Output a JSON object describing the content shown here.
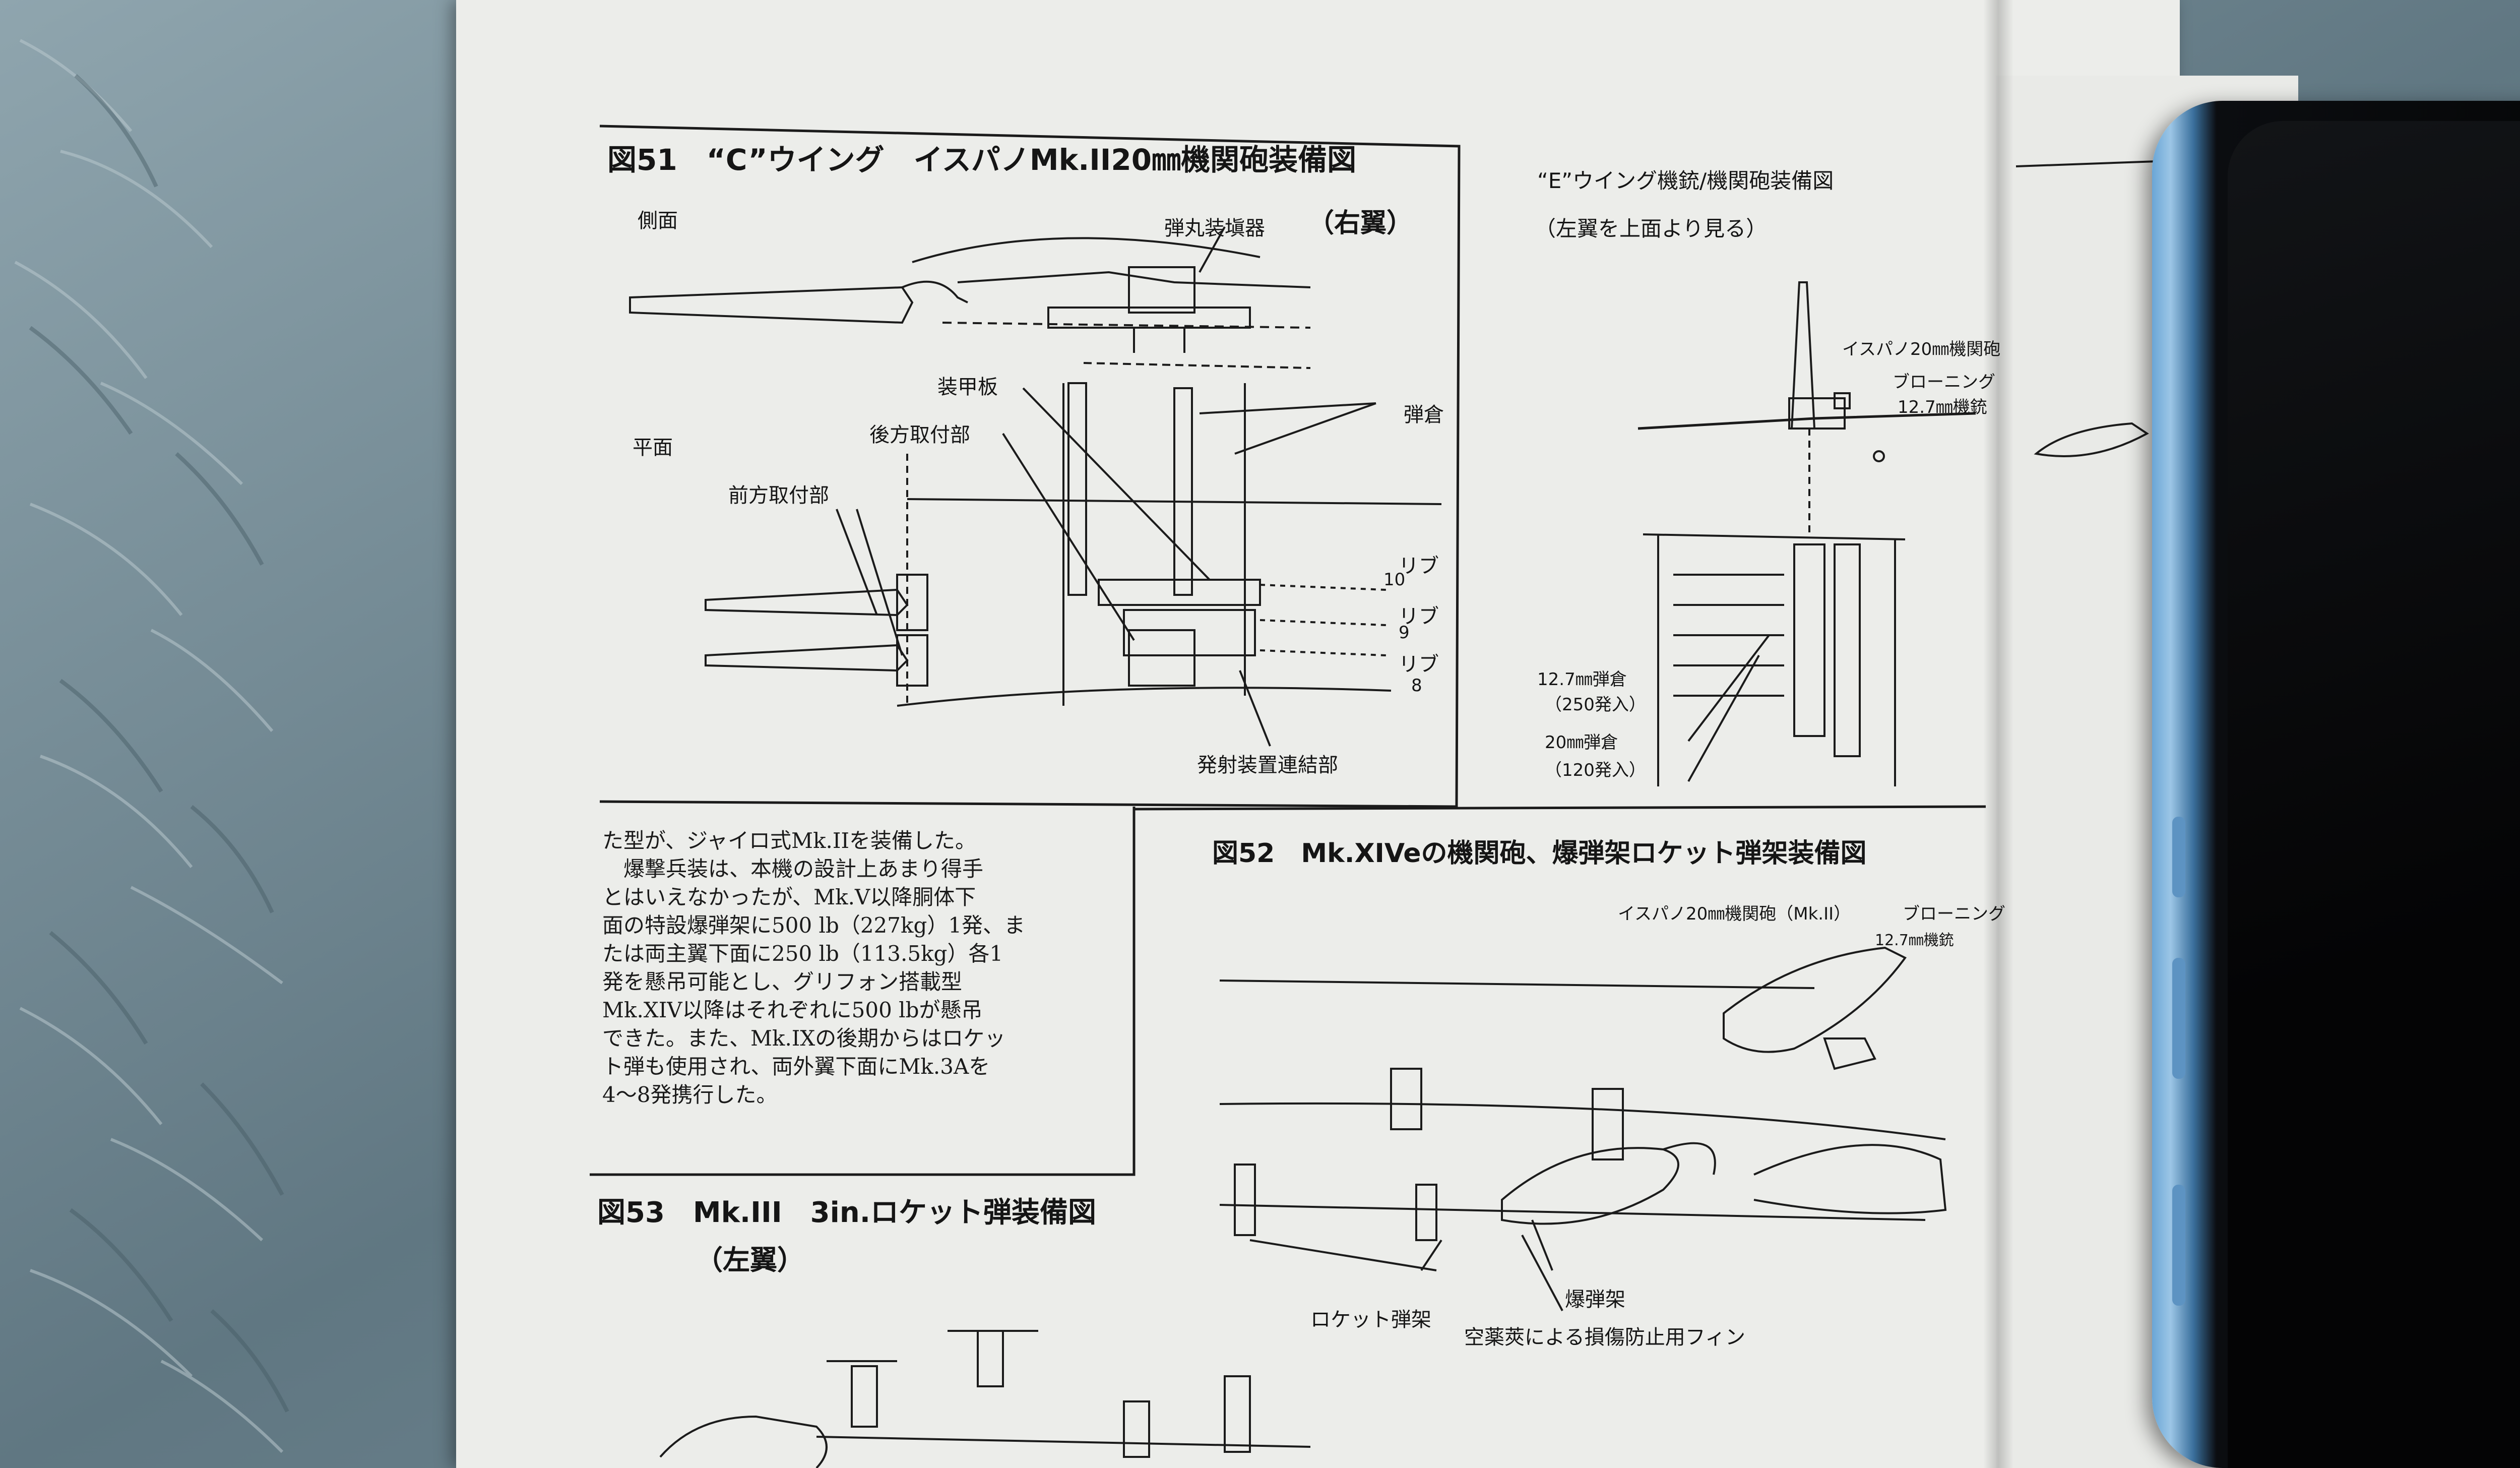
{
  "fig51": {
    "title": "図51　“C”ウイング　イスパノMk.II20㎜機関砲装備図",
    "side_view": "側面",
    "right_wing": "（右翼）",
    "plan_view": "平面",
    "labels": {
      "ammo_loader": "弾丸装塡器",
      "armor_plate": "装甲板",
      "rear_mount": "後方取付部",
      "magazine": "弾倉",
      "front_mount": "前方取付部",
      "rib": "リブ",
      "rib_10": "10",
      "rib_9": "9",
      "rib_8": "8",
      "firing_link": "発射装置連結部"
    }
  },
  "fig_e": {
    "title": "“E”ウイング機銃/機関砲装備図",
    "subtitle": "（左翼を上面より見る）",
    "cannon": "イスパノ20㎜機関砲",
    "browning": "ブローニング",
    "mg127": "12.7㎜機銃",
    "mag127": "12.7㎜弾倉",
    "mag127_cap": "（250発入）",
    "mag20": "20㎜弾倉",
    "mag20_cap": "（120発入）"
  },
  "body_text": [
    "た型が、ジャイロ式Mk.IIを装備した。",
    "　爆撃兵装は、本機の設計上あまり得手",
    "とはいえなかったが、Mk.V以降胴体下",
    "面の特設爆弾架に500 lb（227kg）1発、ま",
    "たは両主翼下面に250 lb（113.5kg）各1",
    "発を懸吊可能とし、グリフォン搭載型",
    "Mk.XIV以降はそれぞれに500 lbが懸吊",
    "できた。また、Mk.IXの後期からはロケッ",
    "ト弾も使用され、両外翼下面にMk.3Aを",
    "4～8発携行した。"
  ],
  "fig52": {
    "title": "図52　Mk.XIVeの機関砲、爆弾架ロケット弾架装備図",
    "cannon": "イスパノ20㎜機関砲（Mk.II）",
    "browning": "ブローニング",
    "mg127": "12.7㎜機銃",
    "rocket_rack": "ロケット弾架",
    "bomb_rack": "爆弾架",
    "fin": "空薬莢による損傷防止用フィン"
  },
  "fig53": {
    "title": "図53　Mk.III　3in.ロケット弾装備図",
    "subtitle": "（左翼）"
  },
  "colors": {
    "paper": "#ecedea",
    "ink": "#151515",
    "fur": "#6f8590",
    "phone_frame": "#6aa6d6"
  }
}
